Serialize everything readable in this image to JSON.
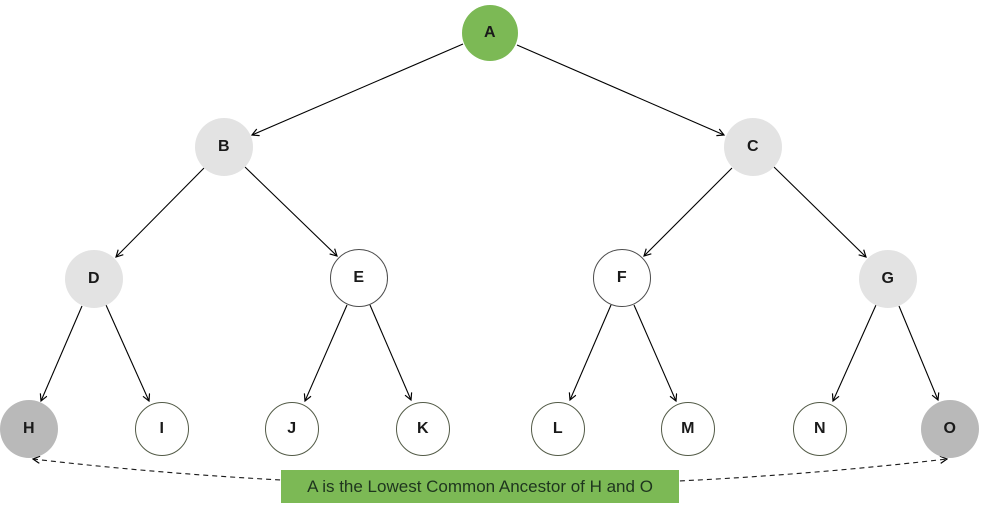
{
  "diagram": {
    "type": "binary-tree",
    "banner": {
      "text": "A is the Lowest Common Ancestor of H and O",
      "background": "#7CB955",
      "text_color": "#1E351E"
    },
    "nodes": [
      {
        "id": "A",
        "label": "A",
        "fill": "green",
        "role": "lowest-common-ancestor"
      },
      {
        "id": "B",
        "label": "B",
        "fill": "light-gray",
        "role": "ancestor-path"
      },
      {
        "id": "C",
        "label": "C",
        "fill": "light-gray",
        "role": "ancestor-path"
      },
      {
        "id": "D",
        "label": "D",
        "fill": "light-gray",
        "role": "ancestor-path"
      },
      {
        "id": "E",
        "label": "E",
        "fill": "white"
      },
      {
        "id": "F",
        "label": "F",
        "fill": "white"
      },
      {
        "id": "G",
        "label": "G",
        "fill": "light-gray",
        "role": "ancestor-path"
      },
      {
        "id": "H",
        "label": "H",
        "fill": "mid-gray",
        "role": "query-node"
      },
      {
        "id": "I",
        "label": "I",
        "fill": "white"
      },
      {
        "id": "J",
        "label": "J",
        "fill": "white"
      },
      {
        "id": "K",
        "label": "K",
        "fill": "white"
      },
      {
        "id": "L",
        "label": "L",
        "fill": "white"
      },
      {
        "id": "M",
        "label": "M",
        "fill": "white"
      },
      {
        "id": "N",
        "label": "N",
        "fill": "white"
      },
      {
        "id": "O",
        "label": "O",
        "fill": "mid-gray",
        "role": "query-node"
      }
    ],
    "edges": [
      [
        "A",
        "B"
      ],
      [
        "A",
        "C"
      ],
      [
        "B",
        "D"
      ],
      [
        "B",
        "E"
      ],
      [
        "C",
        "F"
      ],
      [
        "C",
        "G"
      ],
      [
        "D",
        "H"
      ],
      [
        "D",
        "I"
      ],
      [
        "E",
        "J"
      ],
      [
        "E",
        "K"
      ],
      [
        "F",
        "L"
      ],
      [
        "F",
        "M"
      ],
      [
        "G",
        "N"
      ],
      [
        "G",
        "O"
      ]
    ],
    "dashed_link": {
      "from": "H",
      "to": "O",
      "style": "dashed",
      "arrows": "both-ends"
    },
    "colors": {
      "node_green": "#7CB955",
      "node_light_gray": "#E3E3E3",
      "node_mid_gray": "#B9B9B9",
      "node_outline": "#4D4D4D",
      "edge": "#000000"
    }
  }
}
